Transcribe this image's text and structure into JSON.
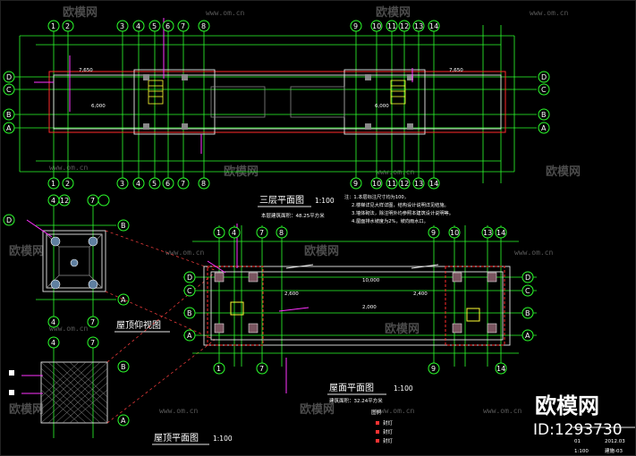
{
  "titles": {
    "third_floor_plan": "三层平面图",
    "third_floor_scale": "1:100",
    "third_floor_area": "本层建筑面积：48.25平方米",
    "roof_plan_main": "屋面平面图",
    "roof_plan_main_scale": "1:100",
    "roof_plan_main_area": "建筑面积：32.24平方米",
    "roof_view": "屋顶仰视图",
    "roof_plan_small": "屋顶平面图",
    "roof_plan_small_scale": "1:100"
  },
  "notes": [
    "注：1.本层标注尺寸均为100，",
    "2.楼梯详见大样详图，结构设计说明详见结施。",
    "3.墙体砌法，除注明外均参照本建筑设计说明等。",
    "4.屋面排水坡度为2%，坡向雨水口。"
  ],
  "legend": {
    "title": "图例",
    "items": [
      "封灯",
      "封灯",
      "封灯"
    ]
  },
  "axis_top": [
    "1",
    "2",
    "3",
    "4",
    "5",
    "6",
    "7",
    "8",
    "9",
    "10",
    "11",
    "12",
    "13",
    "14"
  ],
  "axis_side": [
    "D",
    "C",
    "B",
    "A"
  ],
  "dimensions": [
    "7,650",
    "7,650",
    "6,000",
    "6,000",
    "10,000",
    "2,600",
    "2,400",
    "2,000"
  ],
  "watermark": {
    "brand": "欧模网",
    "url": "www.om.cn"
  },
  "logo": {
    "brand": "欧模网",
    "id": "ID:1293730"
  },
  "title_block": {
    "scale": "1:100",
    "date": "2012.03",
    "sheet_no": "01",
    "sheet_label": "建施-03"
  }
}
